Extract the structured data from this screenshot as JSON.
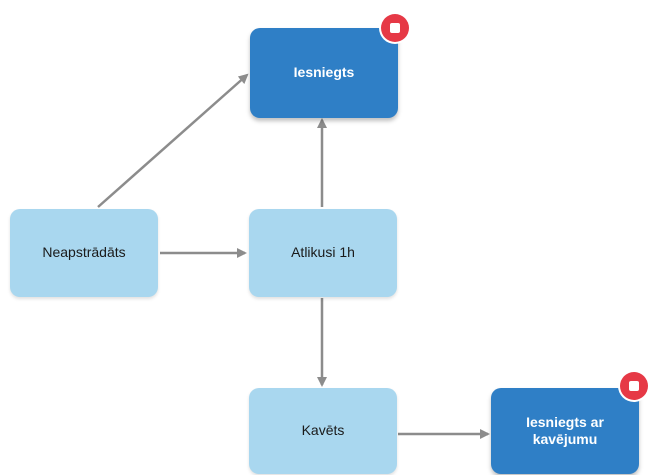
{
  "nodes": {
    "submitted": {
      "label": "Iesniegts",
      "state": "final"
    },
    "unprocessed": {
      "label": "Neapstrādāts",
      "state": "initial"
    },
    "one_hour_left": {
      "label": "Atlikusi 1h",
      "state": "intermediate"
    },
    "late": {
      "label": "Kavēts",
      "state": "intermediate"
    },
    "submitted_late": {
      "label": "Iesniegts ar kavējumu",
      "state": "final"
    }
  },
  "edges": [
    {
      "from": "unprocessed",
      "to": "submitted"
    },
    {
      "from": "unprocessed",
      "to": "one_hour_left"
    },
    {
      "from": "one_hour_left",
      "to": "submitted"
    },
    {
      "from": "one_hour_left",
      "to": "late"
    },
    {
      "from": "late",
      "to": "submitted_late"
    }
  ],
  "colors": {
    "light_node": "#a9d7ef",
    "dark_node": "#2f7fc6",
    "arrow": "#8c8c8c",
    "end_marker": "#e63946"
  },
  "icons": {
    "end_marker": "stop-icon"
  }
}
